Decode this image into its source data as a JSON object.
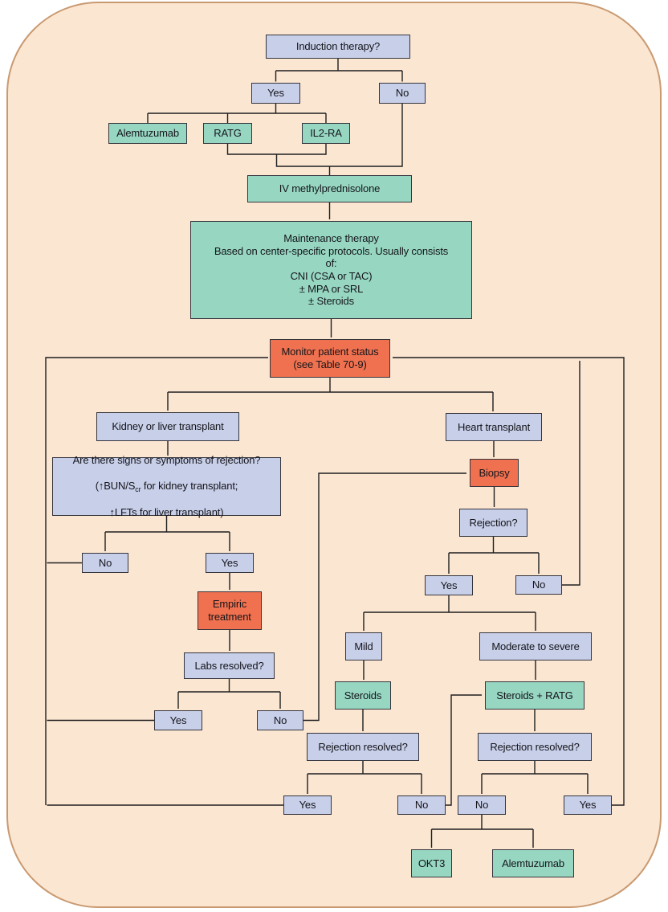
{
  "figure": {
    "type": "flowchart",
    "topic": "Transplant induction, maintenance, and rejection treatment algorithm"
  },
  "colors": {
    "background": "#fbe6d2",
    "frame_border": "#c99a72",
    "decision_box": "#c8cfe9",
    "therapy_box": "#97d7c2",
    "alert_box": "#f0714f",
    "line": "#1f1f1f"
  },
  "nodes": {
    "induction": "Induction therapy?",
    "induction_yes": "Yes",
    "induction_no": "No",
    "alemtuzumab_induction": "Alemtuzumab",
    "ratg": "RATG",
    "il2ra": "IL2-RA",
    "iv_methylprednisolone": "IV methylprednisolone",
    "maintenance": [
      "Maintenance therapy",
      "Based on center-specific protocols. Usually consists",
      "of:",
      "CNI (CSA or TAC)",
      "± MPA or SRL",
      "± Steroids"
    ],
    "monitor": [
      "Monitor patient status",
      "(see Table 70-9)"
    ],
    "kidney_liver": "Kidney or liver transplant",
    "signs_line1": "Are there signs or symptoms of rejection?",
    "signs_line2_pre": "(↑BUN/S",
    "signs_line2_sub": "cr",
    "signs_line2_post": " for kidney transplant;",
    "signs_line3": "↑LFTs for liver transplant)",
    "signs_no": "No",
    "signs_yes": "Yes",
    "empiric": [
      "Empiric",
      "treatment"
    ],
    "labs_resolved": "Labs resolved?",
    "labs_yes": "Yes",
    "labs_no": "No",
    "heart": "Heart transplant",
    "biopsy": "Biopsy",
    "rejection": "Rejection?",
    "rejection_yes": "Yes",
    "rejection_no": "No",
    "mild": "Mild",
    "moderate_severe": "Moderate to severe",
    "steroids": "Steroids",
    "steroids_ratg": "Steroids + RATG",
    "rejection_resolved_mild": "Rejection resolved?",
    "rejection_resolved_modsev": "Rejection resolved?",
    "rr_mild_yes": "Yes",
    "rr_mild_no": "No",
    "rr_modsev_no": "No",
    "rr_modsev_yes": "Yes",
    "okt3": "OKT3",
    "alemtuzumab_refractory": "Alemtuzumab"
  }
}
